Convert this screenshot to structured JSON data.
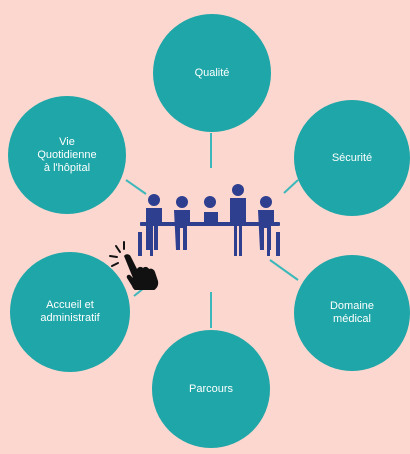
{
  "colors": {
    "background": "#fbd7cf",
    "node": "#1fa6a8",
    "connector": "#3db8ba",
    "figures": "#2f3f8f",
    "hand": "#111111"
  },
  "center": {
    "icon": "meeting-team-icon"
  },
  "pointer": {
    "icon": "hand-pointer-icon"
  },
  "nodes": [
    {
      "id": "qualite",
      "label": "Qualité"
    },
    {
      "id": "securite",
      "label": "Sécurité"
    },
    {
      "id": "domaine-medical",
      "label": "Domaine\nmédical"
    },
    {
      "id": "parcours",
      "label": "Parcours"
    },
    {
      "id": "accueil",
      "label": "Accueil et\nadministratif"
    },
    {
      "id": "vie-quotidienne",
      "label": "Vie\nQuotidienne\nà l'hôpital"
    }
  ]
}
